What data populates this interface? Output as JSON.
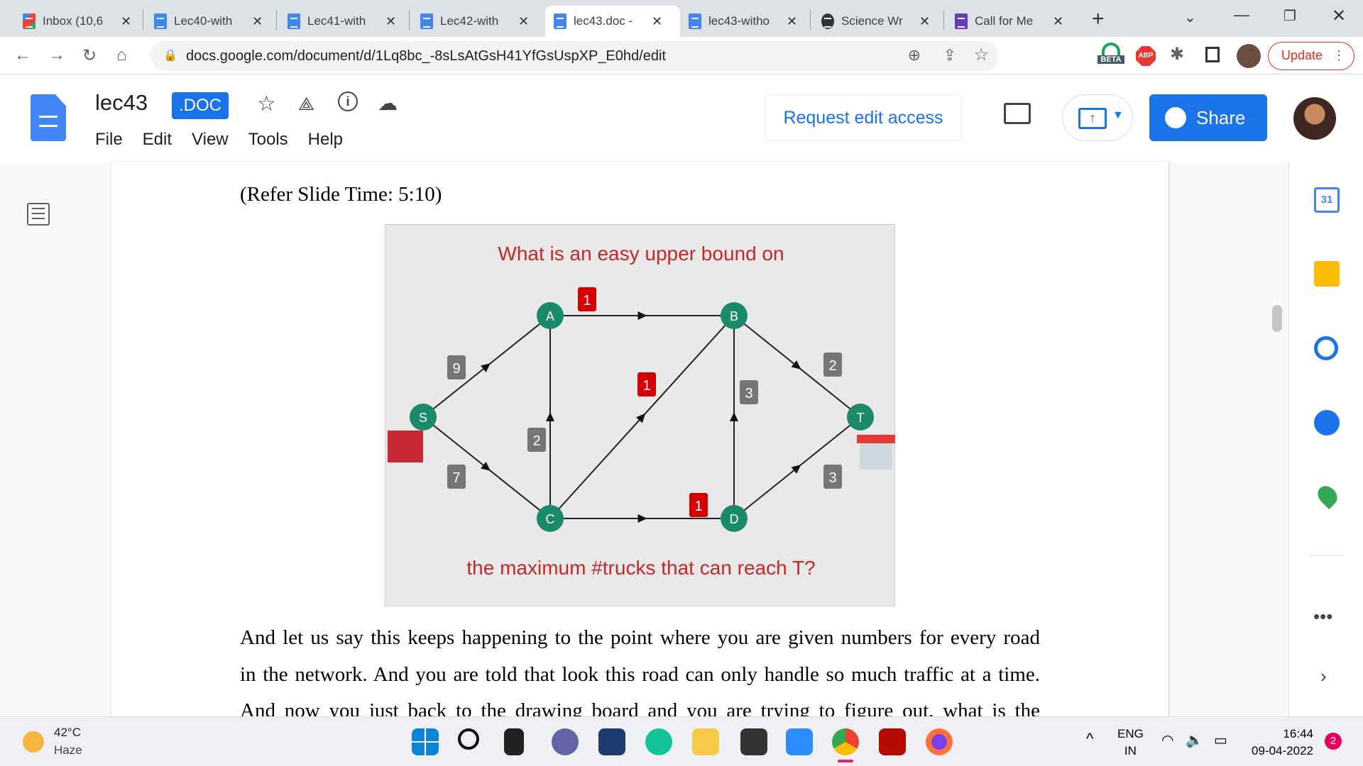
{
  "browser": {
    "tabs": [
      {
        "title": "Inbox (10,6",
        "icon": "gmail-icon"
      },
      {
        "title": "Lec40-with",
        "icon": "docs-icon"
      },
      {
        "title": "Lec41-with",
        "icon": "docs-icon"
      },
      {
        "title": "Lec42-with",
        "icon": "docs-icon"
      },
      {
        "title": "lec43.doc -",
        "icon": "docs-icon",
        "active": true
      },
      {
        "title": "lec43-witho",
        "icon": "docs-icon"
      },
      {
        "title": "Science Wr",
        "icon": "globe-icon"
      },
      {
        "title": "Call for Me",
        "icon": "forms-icon"
      }
    ],
    "url": "docs.google.com/document/d/1Lq8bc_-8sLsAtGsH41YfGsUspXP_E0hd/edit",
    "update_label": "Update",
    "beta_label": "BETA",
    "abp_label": "ABP"
  },
  "doc": {
    "title": "lec43",
    "badge": ".DOC",
    "menu": [
      "File",
      "Edit",
      "View",
      "Tools",
      "Help"
    ],
    "request_edit": "Request edit access",
    "share": "Share"
  },
  "content": {
    "ref": "(Refer Slide Time: 5:10)",
    "lines": [
      "And let us say this keeps happening to the point where you are given numbers for every road",
      "in the network. And you are told that look this road can only handle so much traffic at a time.",
      "And now you just back to the drawing board and you are trying to figure out, what is the"
    ]
  },
  "slide": {
    "title_top": "What is an easy upper bound on",
    "title_bottom": "the maximum #trucks that can reach T?",
    "nodes": [
      "S",
      "A",
      "B",
      "C",
      "D",
      "T"
    ],
    "edges": [
      {
        "from": "S",
        "to": "A",
        "cap": "9",
        "highlight": false
      },
      {
        "from": "S",
        "to": "C",
        "cap": "7",
        "highlight": false
      },
      {
        "from": "A",
        "to": "B",
        "cap": "1",
        "highlight": true
      },
      {
        "from": "C",
        "to": "A",
        "cap": "2",
        "highlight": false
      },
      {
        "from": "C",
        "to": "B",
        "cap": "1",
        "highlight": true
      },
      {
        "from": "C",
        "to": "D",
        "cap": "1",
        "highlight": true
      },
      {
        "from": "D",
        "to": "B",
        "cap": "3",
        "highlight": false
      },
      {
        "from": "B",
        "to": "T",
        "cap": "2",
        "highlight": false
      },
      {
        "from": "D",
        "to": "T",
        "cap": "3",
        "highlight": false
      }
    ],
    "colors": {
      "node": "#1a8a6a",
      "title": "#c62828",
      "highlight": "#d50000",
      "cap": "#757575"
    }
  },
  "taskbar": {
    "temp": "42°C",
    "weather": "Haze",
    "lang": "ENG",
    "region": "IN",
    "time": "16:44",
    "date": "09-04-2022",
    "notifications": "2"
  },
  "sidebar": {
    "calendar_day": "31"
  }
}
